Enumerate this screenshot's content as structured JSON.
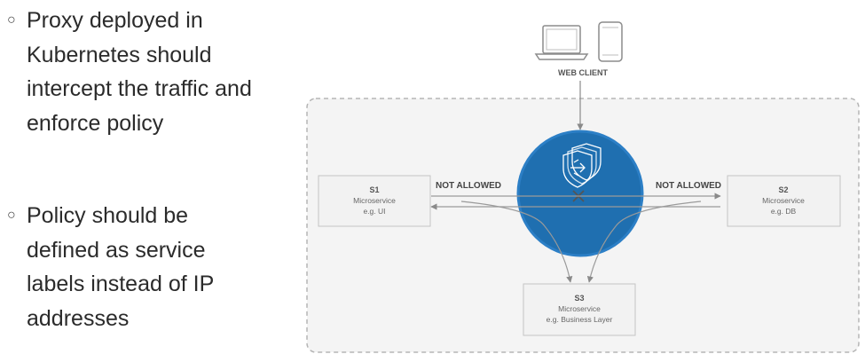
{
  "bullets": [
    {
      "marker": "○",
      "text": "Proxy deployed in\nKubernetes should\nintercept the traffic and\nenforce policy"
    },
    {
      "marker": "○",
      "text": "Policy should be\ndefined as service\nlabels instead of IP\naddresses"
    }
  ],
  "diagram": {
    "client_label": "WEB CLIENT",
    "left_arrow_label": "NOT ALLOWED",
    "right_arrow_label": "NOT ALLOWED",
    "services": [
      {
        "id": "S1",
        "type": "Microservice",
        "example": "e.g. UI"
      },
      {
        "id": "S2",
        "type": "Microservice",
        "example": "e.g. DB"
      },
      {
        "id": "S3",
        "type": "Microservice",
        "example": "e.g. Business Layer"
      }
    ],
    "colors": {
      "proxy_fill": "#1f6fb0",
      "proxy_stroke": "#2c7fc6",
      "boundary": "#b5b5b5",
      "boundary_fill": "#f4f4f4",
      "box_fill": "#f2f2f2",
      "line": "#9a9a9a",
      "text": "#555555"
    },
    "icons": [
      "laptop-icon",
      "phone-icon",
      "shield-icon",
      "blocked-x-icon"
    ]
  }
}
